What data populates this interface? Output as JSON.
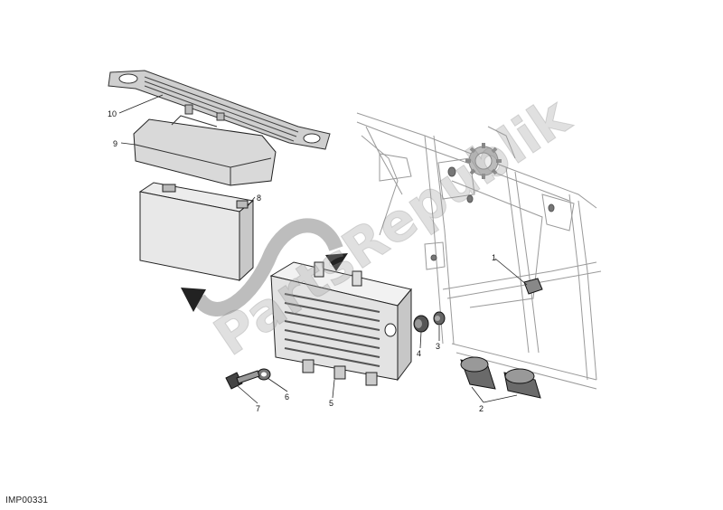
{
  "diagram": {
    "code": "IMP00331",
    "watermark": "PartsRepublik",
    "callouts": [
      {
        "id": "1",
        "label": "1"
      },
      {
        "id": "2",
        "label": "2"
      },
      {
        "id": "3",
        "label": "3"
      },
      {
        "id": "4",
        "label": "4"
      },
      {
        "id": "5",
        "label": "5"
      },
      {
        "id": "6",
        "label": "6"
      },
      {
        "id": "7",
        "label": "7"
      },
      {
        "id": "8",
        "label": "8"
      },
      {
        "id": "9",
        "label": "9"
      },
      {
        "id": "10",
        "label": "10"
      }
    ]
  }
}
